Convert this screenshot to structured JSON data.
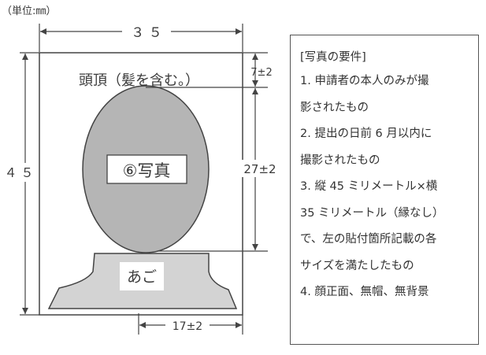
{
  "figure": {
    "unit_note": "（単位:㎜）",
    "width_label": "３ ５",
    "height_label": "４ ５",
    "top_margin_label": "7±2",
    "face_height_label": "27±2",
    "chin_offset_label": "17±2",
    "crown_label": "頭頂（髪を含む。）",
    "photo_label": "⑥写真",
    "chin_label": "あご",
    "colors": {
      "line": "#444444",
      "head_fill": "#b5b5b5",
      "torso_fill": "#d3d3d3",
      "background": "#ffffff"
    }
  },
  "requirements": {
    "title": "[写真の要件]",
    "lines": [
      "1. 申請者の本人のみが撮",
      "影されたもの",
      "2. 提出の日前 6 月以内に",
      "撮影されたもの",
      "3. 縦 45 ミリメートル×横",
      "35 ミリメートル（縁なし）",
      "で、左の貼付箇所記載の各",
      "サイズを満たしたもの",
      "4. 顔正面、無帽、無背景"
    ]
  }
}
